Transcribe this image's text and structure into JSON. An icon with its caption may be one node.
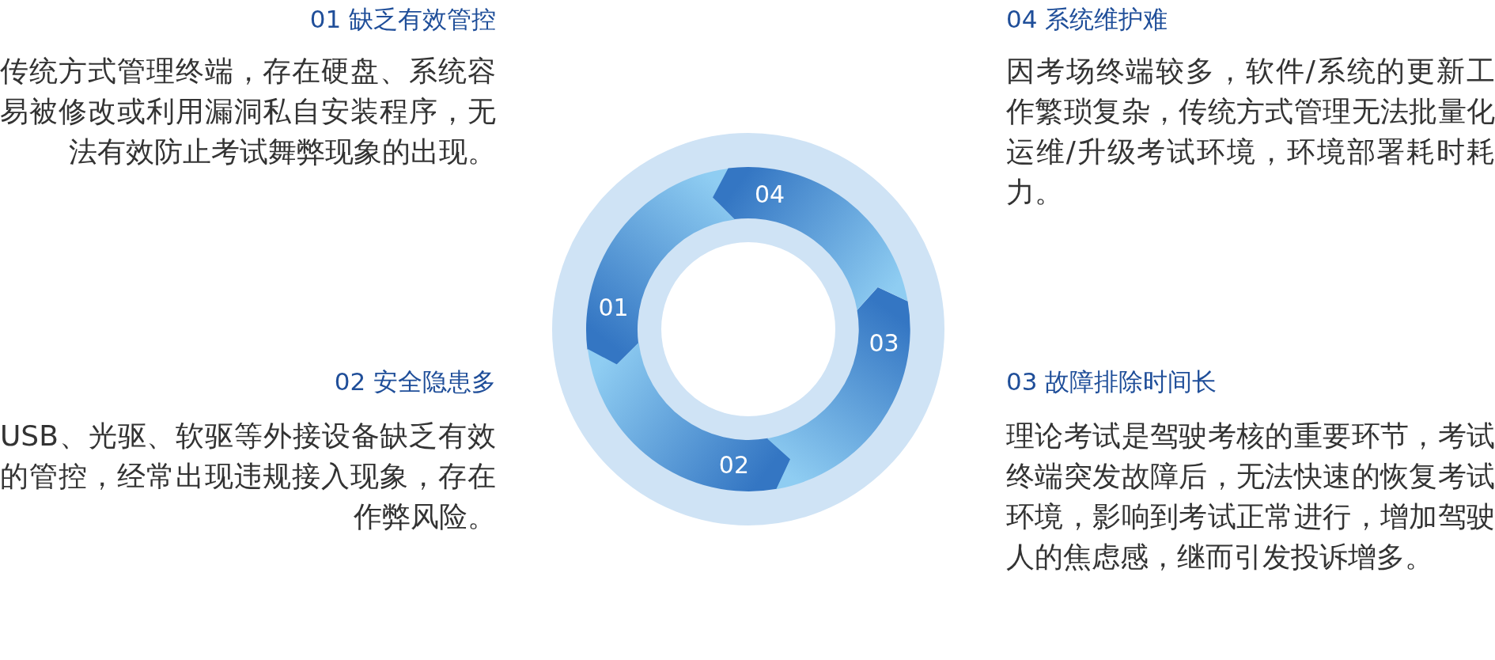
{
  "diagram": {
    "nodes": [
      {
        "text": [
          "01"
        ]
      },
      {
        "text": [
          "02"
        ]
      },
      {
        "text": [
          "03"
        ]
      },
      {
        "text": [
          "04"
        ]
      }
    ],
    "labels": [
      "01 缺乏有效管控",
      "传统方式管理终端，存在硬盘、系统容易被修改或利用漏洞私自安装程序，无法有效防止考试舞弊现象的出现。",
      "04 系统维护难",
      "因考场终端较多，软件/系统的更新工作繁琐复杂，传统方式管理无法批量化运维/升级考试环境，环境部署耗时耗力。",
      "02 安全隐患多",
      "USB、光驱、软驱等外接设备缺乏有效的管控，经常出现违规接入现象，存在作弊风险。",
      "03 故障排除时间长",
      "理论考试是驾驶考核的重要环节，考试终端突发故障后，无法快速的恢复考试环境，影响到考试正常进行，增加驾驶人的焦虑感，继而引发投诉增多。"
    ]
  }
}
